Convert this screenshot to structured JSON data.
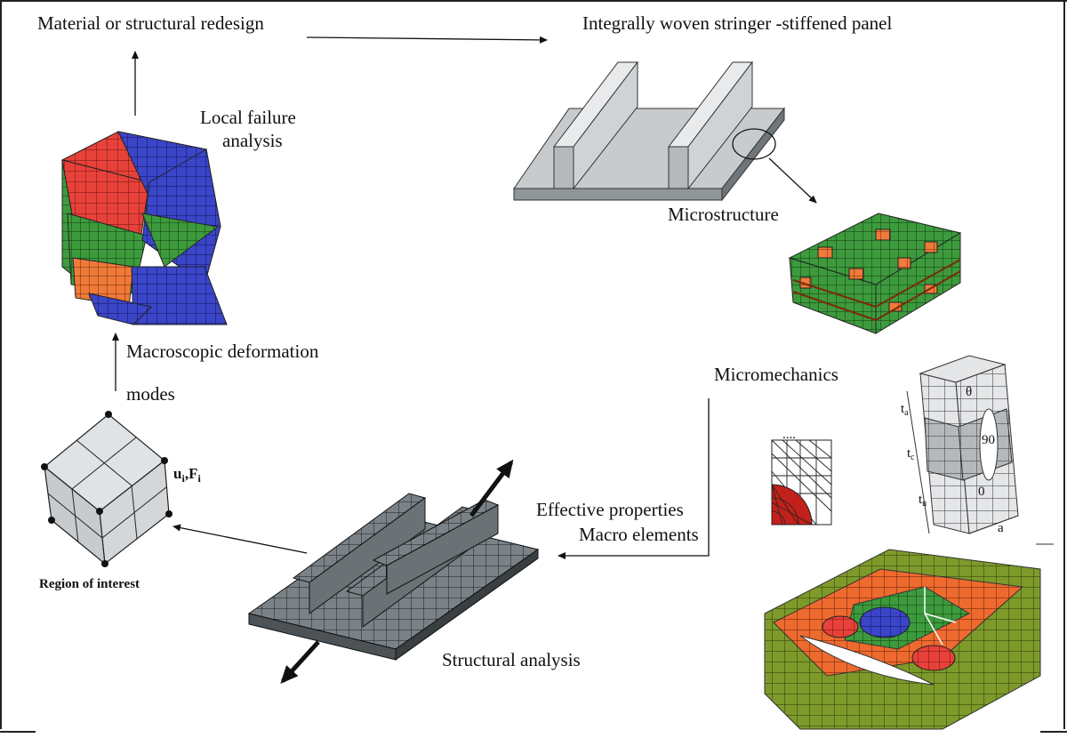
{
  "labels": {
    "material_redesign": "Material or structural redesign",
    "woven_panel": "Integrally woven stringer  -stiffened panel",
    "local_failure_line1": "Local failure",
    "local_failure_line2": "analysis",
    "microstructure": "Microstructure",
    "micromechanics": "Micromechanics",
    "macro_deformation_line1": "Macroscopic deformation",
    "macro_deformation_line2": "modes",
    "effective_properties": "Effective properties",
    "macro_elements": "Macro elements",
    "structural_analysis": "Structural analysis",
    "region_of_interest": "Region of interest",
    "u_f_label": "u",
    "u_sub": "i",
    "f_label": ",F",
    "f_sub": "i",
    "dots": "....",
    "ta_label": "t",
    "ta_sub": "a",
    "tc_label": "t",
    "tc_sub": "c",
    "tb_label": "t",
    "tb_sub": "u",
    "a_label": "a",
    "angle_90": "90",
    "angle_0": "0",
    "angle_theta": "θ"
  },
  "colors": {
    "red": "#e8413a",
    "green": "#3d9a3d",
    "blue": "#3a45c8",
    "orange": "#f07a3a",
    "grey_panel": "#7a8287",
    "light_panel": "#d6d9db"
  }
}
